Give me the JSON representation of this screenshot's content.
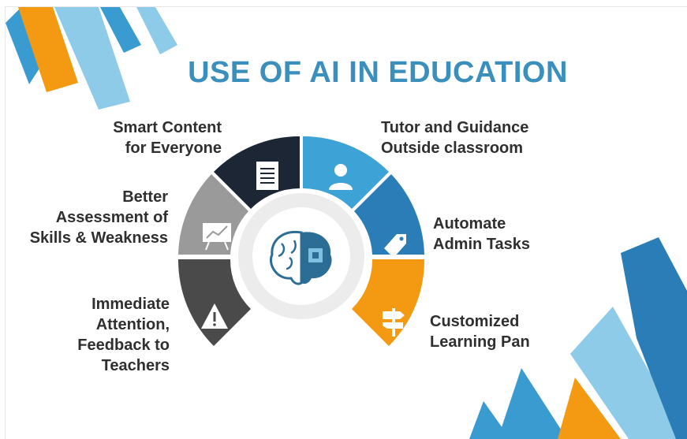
{
  "title": "USE OF AI IN EDUCATION",
  "segments": [
    {
      "id": "smart-content",
      "lines": [
        "Smart Content",
        "for Everyone"
      ],
      "icon": "document-icon",
      "color": "#1d2634"
    },
    {
      "id": "tutor-guidance",
      "lines": [
        "Tutor and Guidance",
        "Outside classroom"
      ],
      "icon": "user-icon",
      "color": "#3da2d6"
    },
    {
      "id": "better-assessment",
      "lines": [
        "Better",
        "Assessment of",
        "Skills & Weakness"
      ],
      "icon": "chart-board-icon",
      "color": "#9a9a9a"
    },
    {
      "id": "automate-admin",
      "lines": [
        "Automate",
        "Admin Tasks"
      ],
      "icon": "tag-icon",
      "color": "#2a7db6"
    },
    {
      "id": "immediate-attention",
      "lines": [
        "Immediate",
        "Attention,",
        "Feedback to",
        "Teachers"
      ],
      "icon": "warning-icon",
      "color": "#4a4a4a"
    },
    {
      "id": "customized-learning",
      "lines": [
        "Customized",
        "Learning Pan"
      ],
      "icon": "signpost-icon",
      "color": "#f39a12"
    }
  ],
  "center_icon": "brain-chip-icon",
  "colors": {
    "title": "#3b8fbd",
    "orange": "#f39a12",
    "light_blue": "#8dcbe8",
    "mid_blue": "#3a9bd1",
    "dark_blue": "#1f6f9f"
  }
}
